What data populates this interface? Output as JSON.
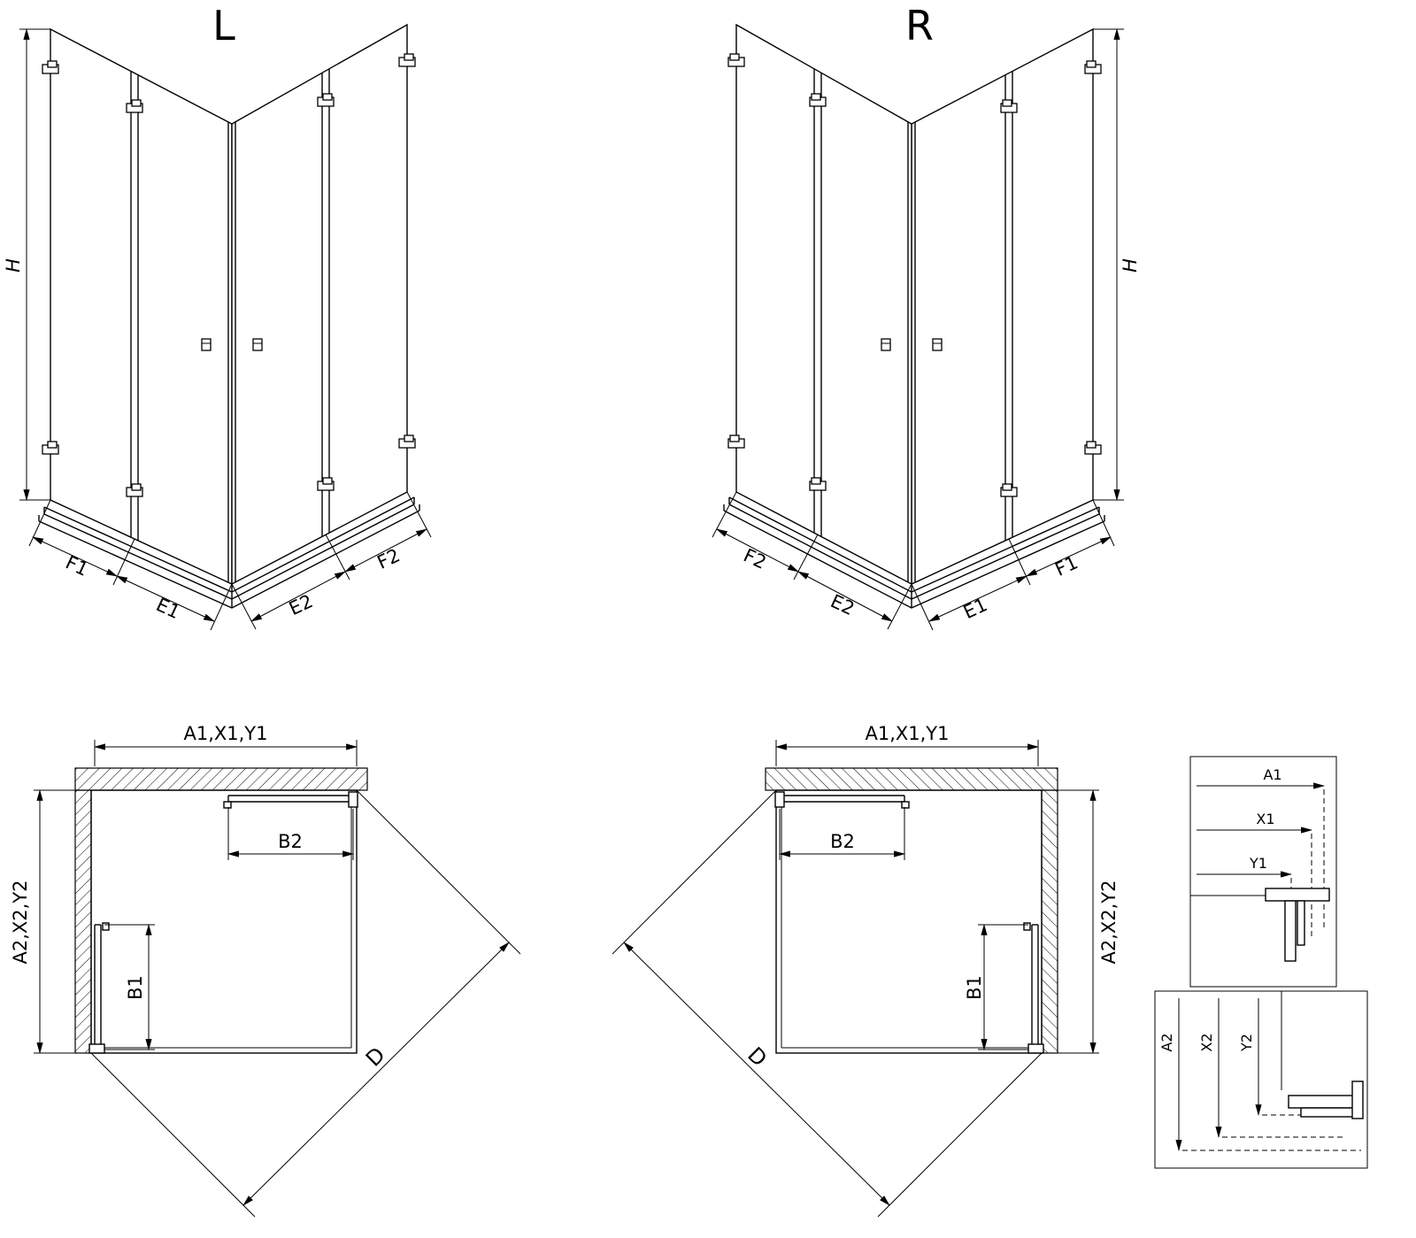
{
  "diagram": {
    "iso_left": {
      "label": "L",
      "h": "H",
      "f1": "F1",
      "e1": "E1",
      "e2": "E2",
      "f2": "F2"
    },
    "iso_right": {
      "label": "R",
      "h": "H",
      "f1": "F1",
      "e1": "E1",
      "e2": "E2",
      "f2": "F2"
    },
    "plan_left": {
      "top": "A1,X1,Y1",
      "b2": "B2",
      "side": "A2,X2,Y2",
      "b1": "B1",
      "d": "D"
    },
    "plan_right": {
      "top": "A1,X1,Y1",
      "b2": "B2",
      "side": "A2,X2,Y2",
      "b1": "B1",
      "d": "D"
    },
    "detail_top": {
      "a1": "A1",
      "x1": "X1",
      "y1": "Y1"
    },
    "detail_bottom": {
      "a2": "A2",
      "x2": "X2",
      "y2": "Y2"
    }
  },
  "colors": {
    "line": "#000000",
    "background": "#ffffff"
  }
}
